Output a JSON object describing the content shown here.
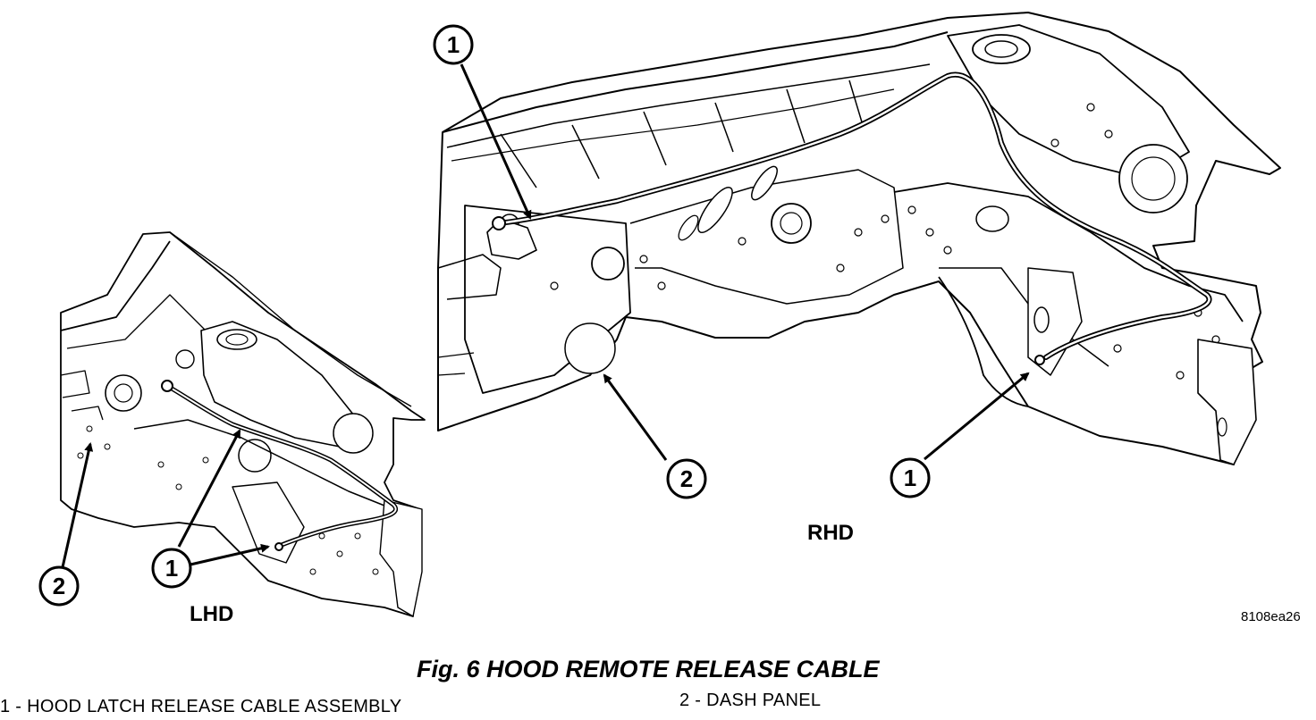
{
  "figure": {
    "title": "Fig. 6 HOOD REMOTE RELEASE CABLE",
    "drawing_code": "8108ea26"
  },
  "views": {
    "lhd": {
      "label": "LHD"
    },
    "rhd": {
      "label": "RHD"
    }
  },
  "callouts": {
    "lhd_cable": "1",
    "lhd_dash": "2",
    "rhd_cable_top": "1",
    "rhd_cable_bottom": "1",
    "rhd_dash": "2"
  },
  "legend": {
    "item1": "1 - HOOD LATCH RELEASE CABLE ASSEMBLY",
    "item2": "2 - DASH PANEL"
  }
}
